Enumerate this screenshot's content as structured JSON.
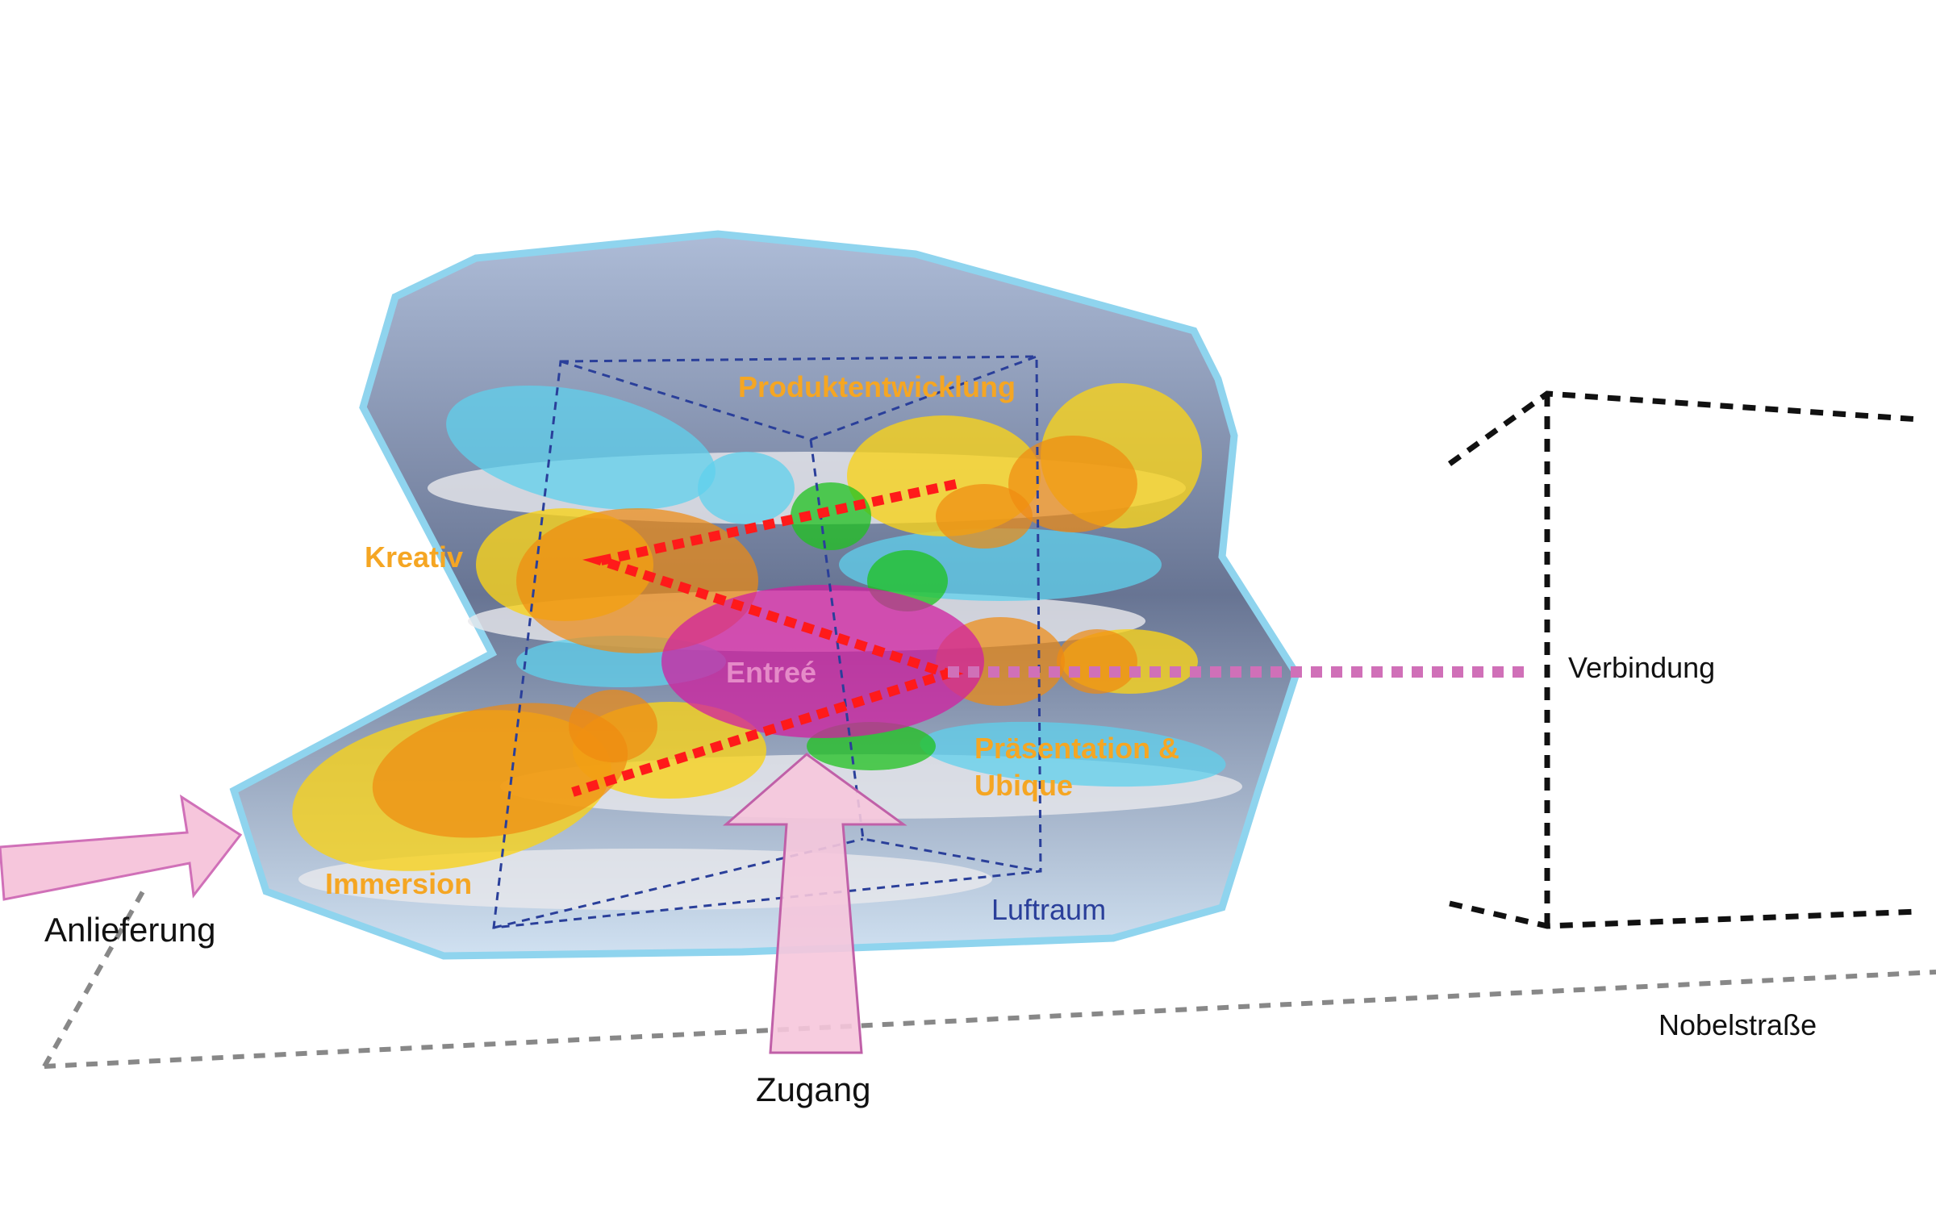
{
  "zones": {
    "produktentwicklung": "Produktentwicklung",
    "kreativ": "Kreativ",
    "entree": "Entreé",
    "praesentation_line1": "Präsentation &",
    "praesentation_line2": "Ubique",
    "immersion": "Immersion",
    "luftraum": "Luftraum"
  },
  "context": {
    "verbindung": "Verbindung",
    "nobelstrasse": "Nobelstraße",
    "anlieferung": "Anlieferung",
    "zugang": "Zugang"
  },
  "colors": {
    "hull": "#5b6b8c",
    "hull_edge": "#7fd0ec",
    "cyan": "#5fd0ec",
    "yellow": "#f7d21c",
    "orange": "#f08a10",
    "green": "#1fc21f",
    "magenta": "#d020a0",
    "red_path": "#ff1a1a",
    "pink_link": "#d070b8",
    "arrow_fill": "#f6c6dc",
    "label_orange": "#f5a623",
    "luftraum_blue": "#2a3f9a"
  }
}
